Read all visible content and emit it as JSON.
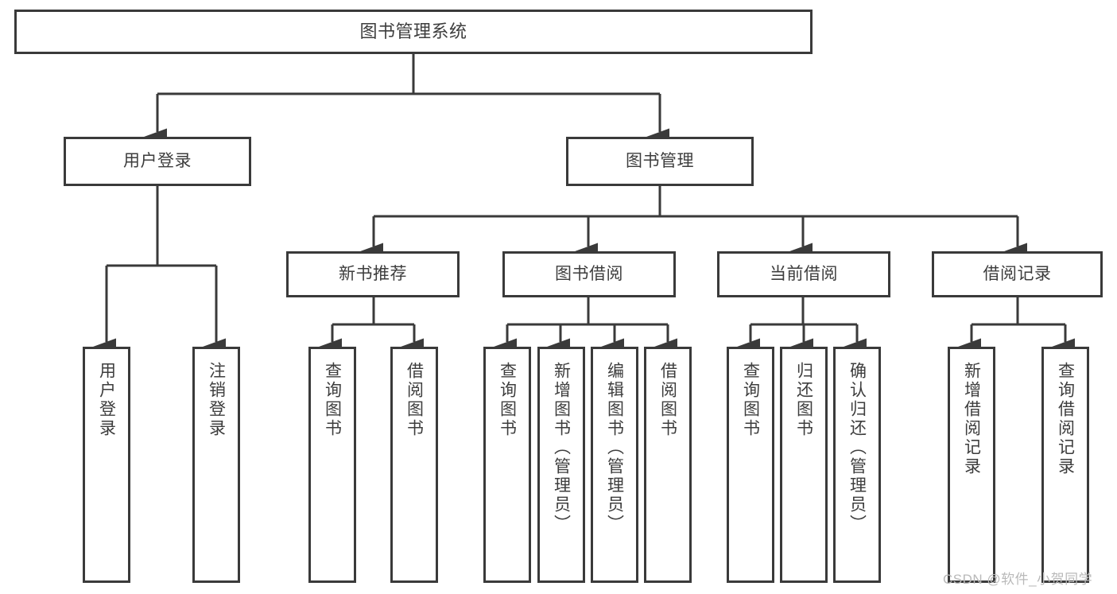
{
  "diagram": {
    "title": "图书管理系统",
    "type": "hierarchy-tree",
    "stroke_color": "#3a3a3a",
    "text_color": "#3d3d3d",
    "background_color": "#ffffff"
  },
  "nodes": {
    "root": {
      "label": "图书管理系统"
    },
    "level1": [
      {
        "label": "用户登录"
      },
      {
        "label": "图书管理"
      }
    ],
    "level2": [
      {
        "label": "新书推荐"
      },
      {
        "label": "图书借阅"
      },
      {
        "label": "当前借阅"
      },
      {
        "label": "借阅记录"
      }
    ],
    "leaves": {
      "user_login": [
        {
          "label": "用户登录"
        },
        {
          "label": "注销登录"
        }
      ],
      "new_book_recommend": [
        {
          "label": "查询图书"
        },
        {
          "label": "借阅图书"
        }
      ],
      "book_borrow": [
        {
          "label": "查询图书"
        },
        {
          "label": "新增图书（管理员）"
        },
        {
          "label": "编辑图书（管理员）"
        },
        {
          "label": "借阅图书"
        }
      ],
      "current_borrow": [
        {
          "label": "查询图书"
        },
        {
          "label": "归还图书"
        },
        {
          "label": "确认归还（管理员）"
        }
      ],
      "borrow_record": [
        {
          "label": "新增借阅记录"
        },
        {
          "label": "查询借阅记录"
        }
      ]
    }
  },
  "watermark": {
    "text": "CSDN @软件_小贺同学"
  }
}
